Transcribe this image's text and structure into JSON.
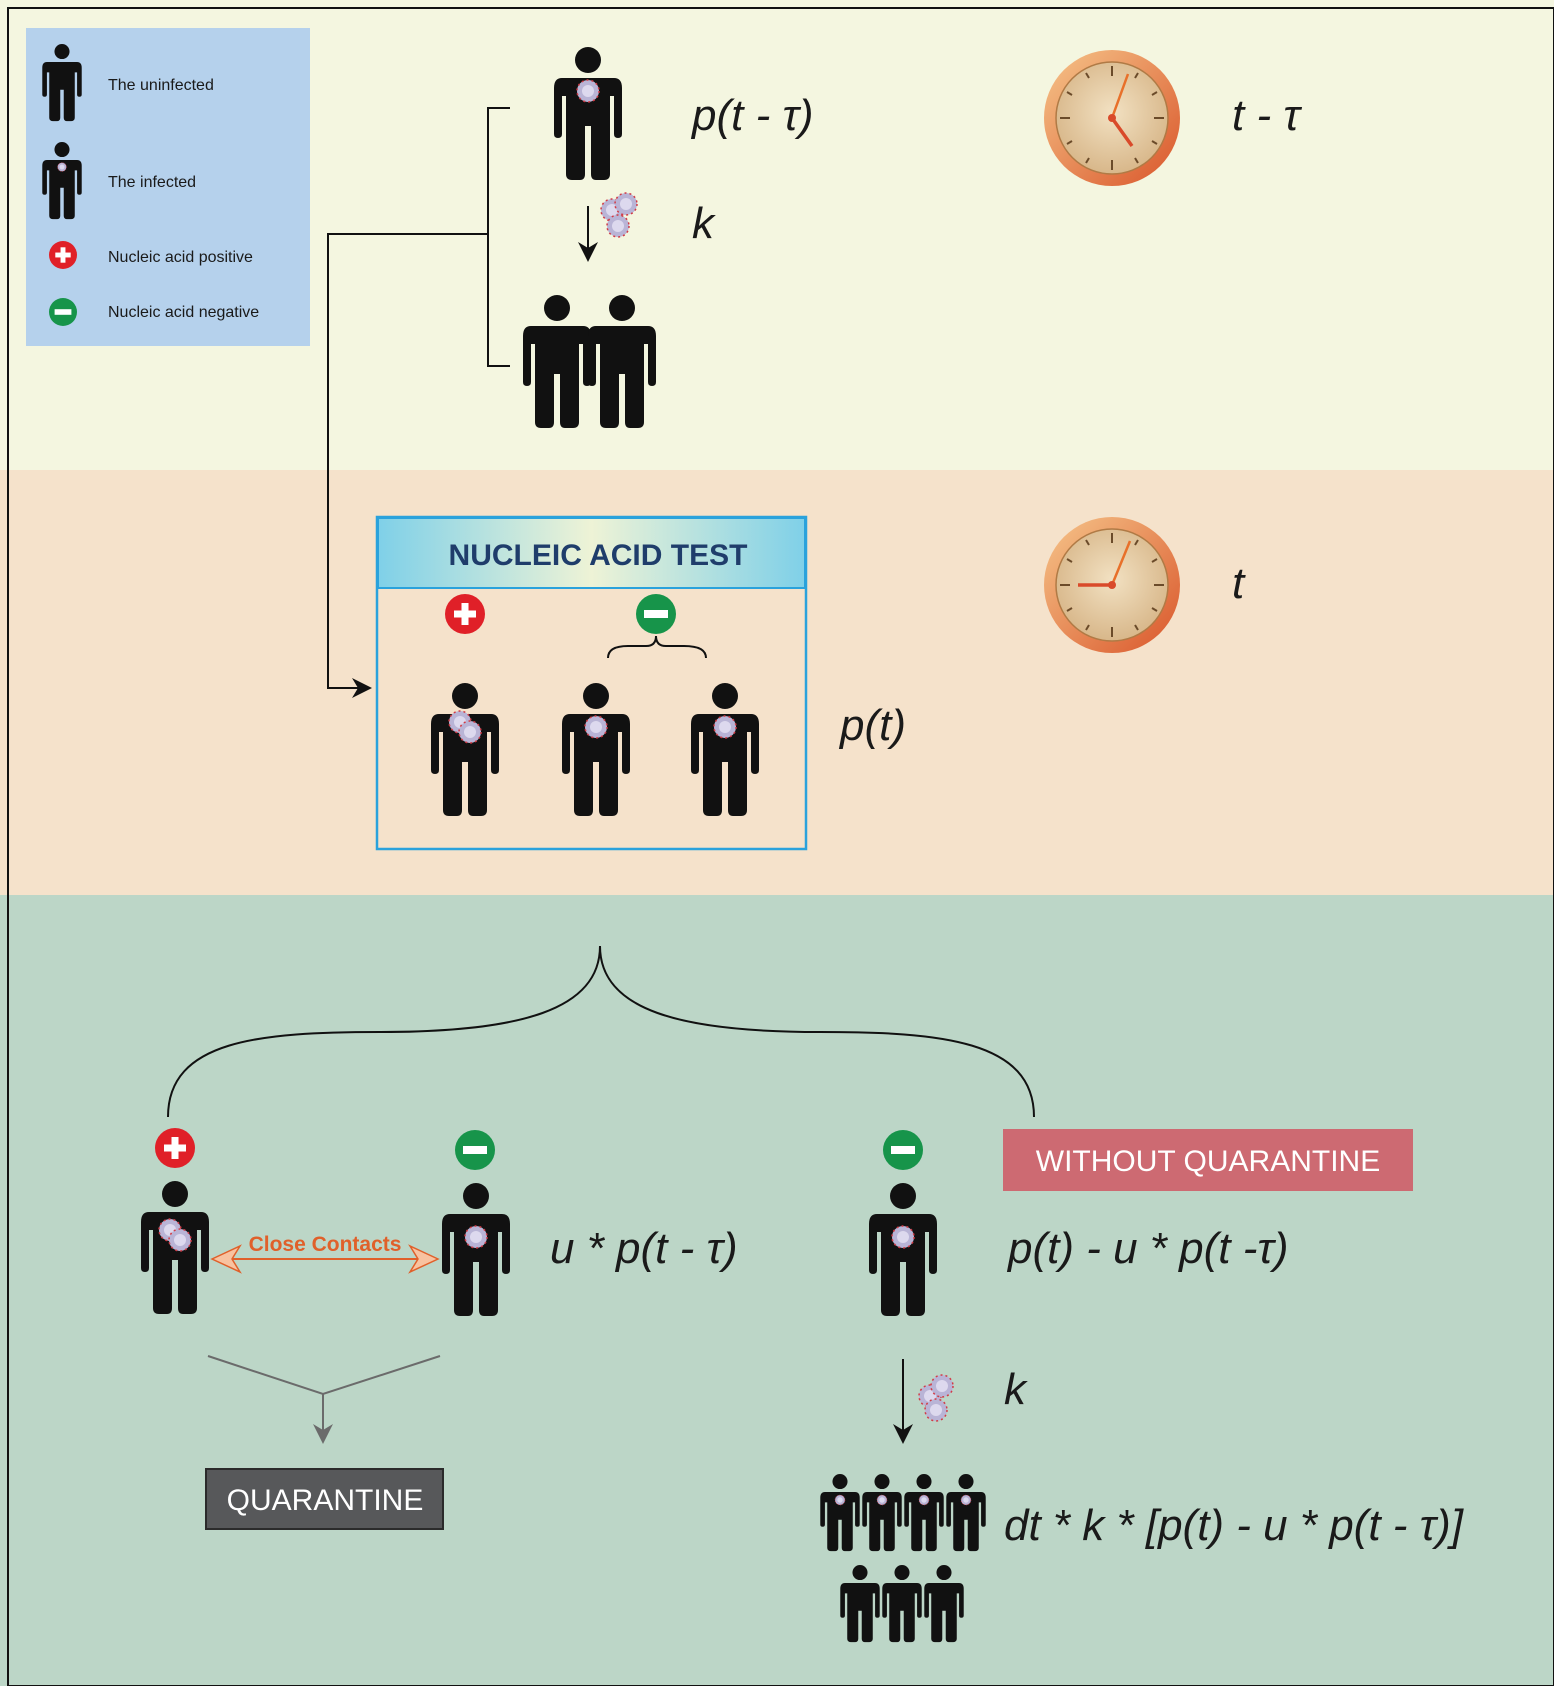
{
  "legend": {
    "uninfected": "The uninfected",
    "infected": "The infected",
    "positive": "Nucleic acid positive",
    "negative": "Nucleic acid negative"
  },
  "top": {
    "formula_p": "p(t - τ)",
    "formula_k": "k",
    "time": "t - τ"
  },
  "middle": {
    "test_title": "NUCLEIC ACID TEST",
    "formula_p": "p(t)",
    "time": "t"
  },
  "bottom": {
    "close_contacts": "Close Contacts",
    "formula_u": "u * p(t - τ)",
    "without_quarantine": "WITHOUT QUARANTINE",
    "formula_remaining": "p(t) - u * p(t -τ)",
    "quarantine": "QUARANTINE",
    "formula_k": "k",
    "formula_spread": "dt * k * [p(t) - u * p(t - τ)]"
  },
  "colors": {
    "top_band": "#f4f6e0",
    "mid_band": "#f5e2cb",
    "bottom_band": "#bcd6c7",
    "legend_box": "#b5d1ec",
    "positive_red": "#e02028",
    "negative_green": "#17944a",
    "without_quarantine_bg": "#cd6a72",
    "quarantine_bg": "#57585a",
    "close_contacts_orange": "#e0602a"
  }
}
